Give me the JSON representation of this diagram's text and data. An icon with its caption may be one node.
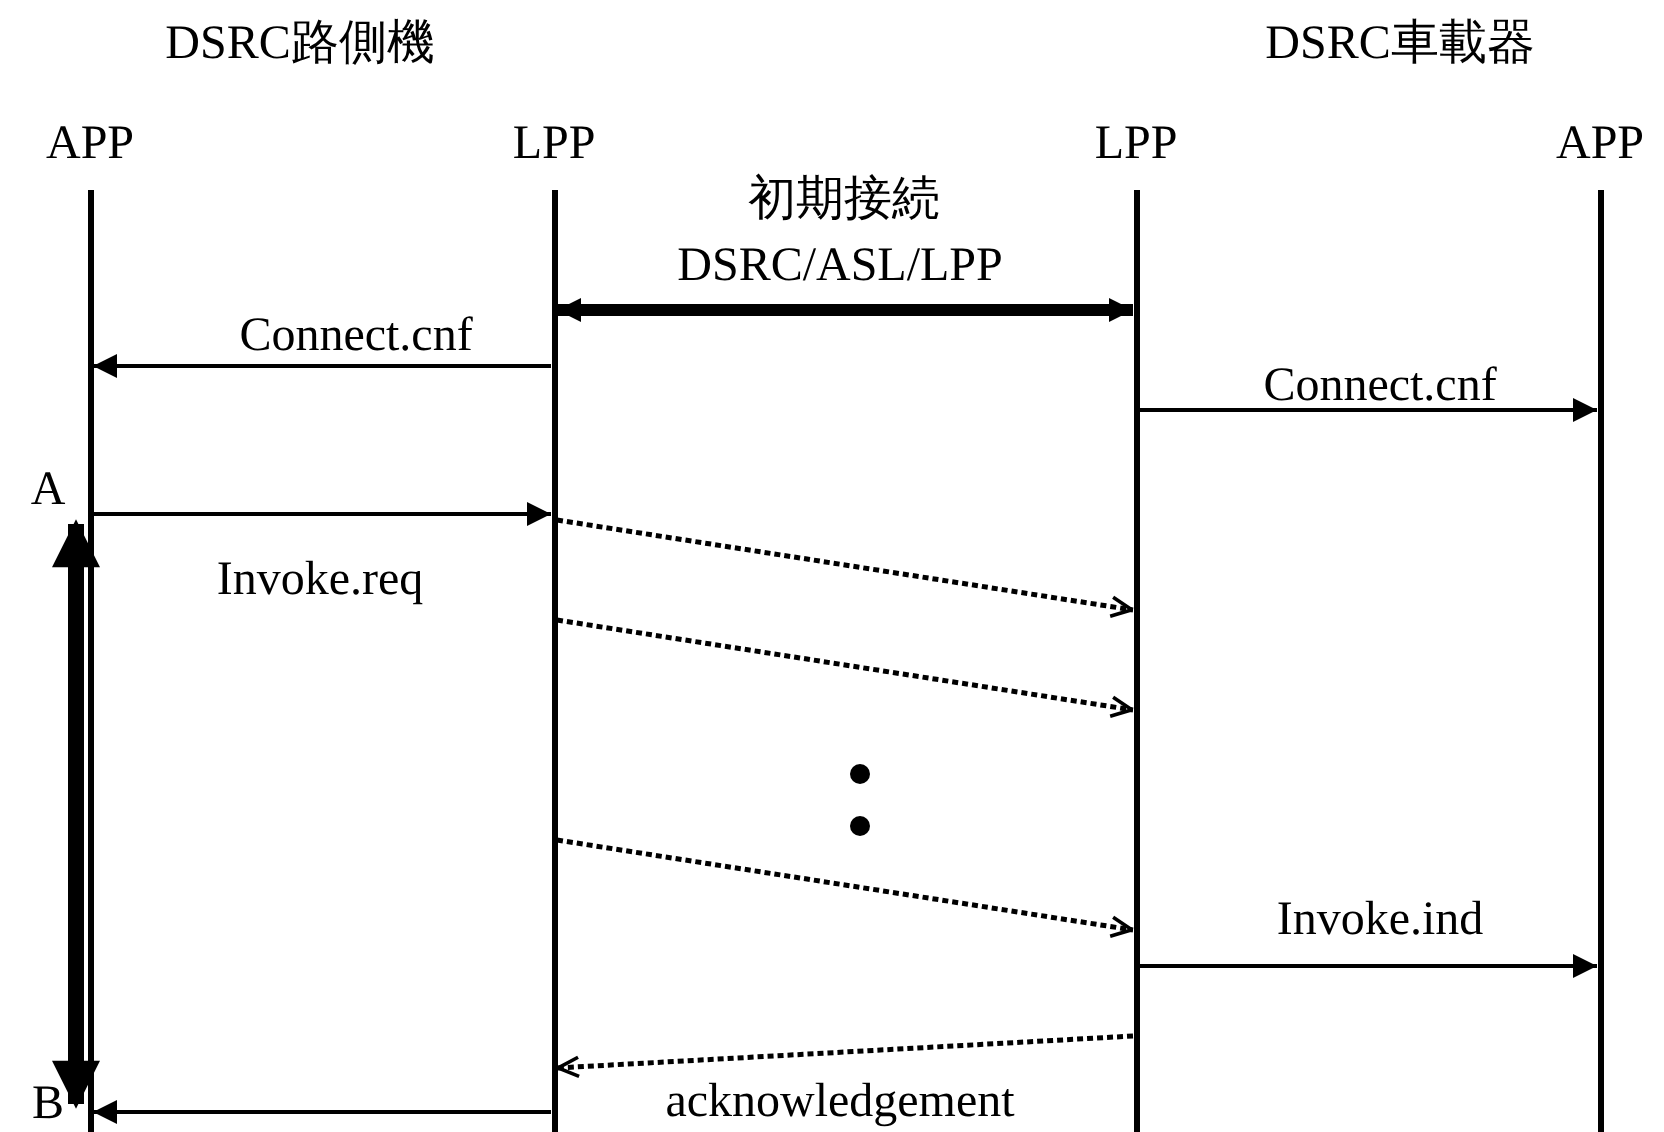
{
  "diagram": {
    "nodes": [
      {
        "text": [],
        "shape": "bar",
        "beside": [
          "APP"
        ]
      },
      {
        "text": [],
        "shape": "bar",
        "beside": [
          "LPP"
        ]
      },
      {
        "text": [],
        "shape": "bar",
        "beside": [
          "LPP"
        ]
      },
      {
        "text": [],
        "shape": "bar",
        "beside": [
          "APP"
        ]
      }
    ],
    "edges": [
      {
        "from": 1,
        "to": 2,
        "arrow": "both",
        "style": "thick",
        "label": "DSRC/ASL/LPP"
      },
      {
        "from": 1,
        "to": 0,
        "arrow": "to",
        "label": "Connect.cnf"
      },
      {
        "from": 2,
        "to": 3,
        "arrow": "to",
        "label": "Connect.cnf"
      },
      {
        "from": 0,
        "to": 1,
        "arrow": "to",
        "label": "Invoke.req"
      },
      {
        "from": 1,
        "to": 2,
        "arrow": "to",
        "style": "dashed"
      },
      {
        "from": 1,
        "to": 2,
        "arrow": "to",
        "style": "dashed"
      },
      {
        "from": 1,
        "to": 2,
        "arrow": "to",
        "style": "dashed"
      },
      {
        "from": 2,
        "to": 3,
        "arrow": "to",
        "label": "Invoke.ind"
      },
      {
        "from": 2,
        "to": 1,
        "arrow": "to",
        "style": "dashed",
        "label": "acknowledgement"
      },
      {
        "from": 1,
        "to": 0,
        "arrow": "to"
      }
    ],
    "labels": [
      "DSRC路側機",
      "DSRC車載器",
      "初期接続",
      "A",
      "B"
    ]
  }
}
